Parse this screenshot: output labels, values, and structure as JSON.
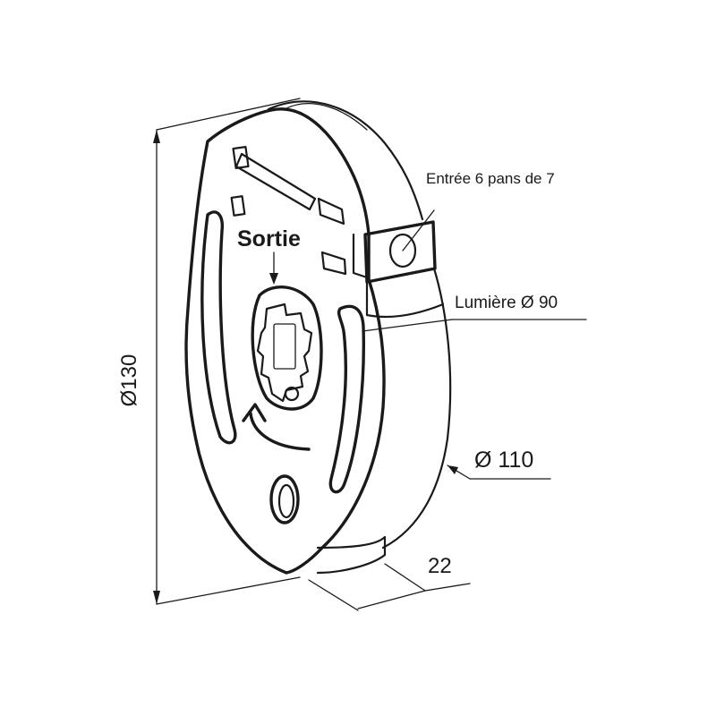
{
  "labels": {
    "entry": "Entrée 6 pans de 7",
    "output": "Sortie",
    "light": "Lumière Ø 90",
    "outer_dia": "Ø 110",
    "height_dia": "Ø130",
    "width": "22"
  },
  "colors": {
    "line": "#1a1a1a",
    "background": "#ffffff"
  }
}
